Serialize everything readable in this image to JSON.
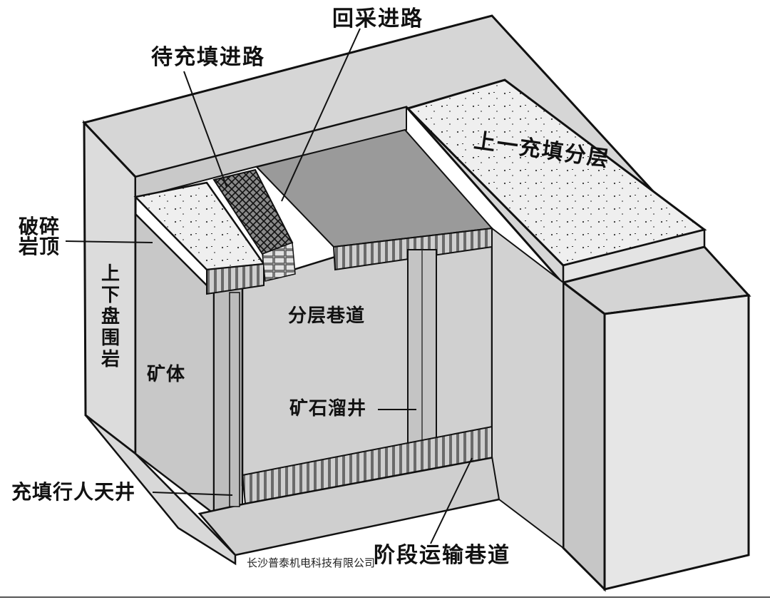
{
  "diagram": {
    "labels": {
      "recovery_route": "回采进路",
      "to_fill_route": "待充填进路",
      "upper_fill_layer": "上一充填分层",
      "broken_roof": [
        "破碎",
        "岩顶"
      ],
      "upper_lower_wall": [
        "上",
        "下",
        "盘",
        "围",
        "岩"
      ],
      "orebody": "矿体",
      "layer_drift": "分层巷道",
      "ore_pass": "矿石溜井",
      "fill_raise": "充填行人天井",
      "haulage_drift": "阶段运输巷道"
    },
    "watermark": "长沙普泰机电科技有限公司",
    "colors": {
      "rock": "#d4d4d4",
      "rock_dark": "#b8b8b8",
      "fill": "#ececec",
      "line": "#1a1a1a"
    }
  }
}
